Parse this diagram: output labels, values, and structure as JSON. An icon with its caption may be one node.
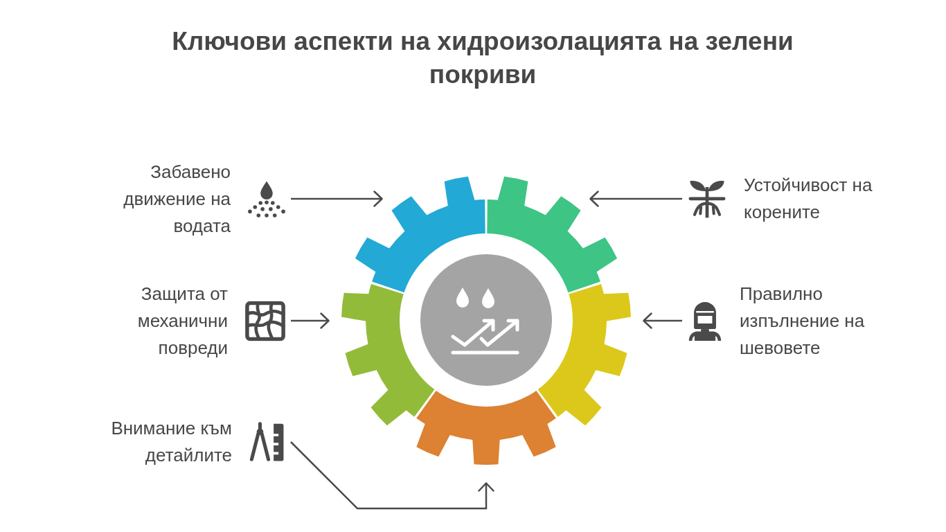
{
  "diagram": {
    "title": "Ключови аспекти на хидроизолацията на зелени покриви",
    "nodes": [
      {
        "text": [
          "Забавено движение на водата"
        ]
      },
      {
        "text": [
          "Устойчивост на корените"
        ]
      },
      {
        "text": [
          "Защита от механични повреди"
        ]
      },
      {
        "text": [
          "Правилно изпълнение на шевовете"
        ]
      },
      {
        "text": [
          "Внимание към детайлите"
        ]
      },
      {
        "text": [],
        "shape": "gear"
      },
      {
        "text": [],
        "shape": "gear"
      },
      {
        "text": [],
        "shape": "gear"
      },
      {
        "text": [],
        "shape": "gear"
      },
      {
        "text": [],
        "shape": "gear"
      }
    ],
    "edges": [
      {
        "from": 0,
        "to": 5,
        "arrow": "to"
      },
      {
        "from": 1,
        "to": 6,
        "arrow": "to"
      },
      {
        "from": 2,
        "to": 7,
        "arrow": "to"
      },
      {
        "from": 3,
        "to": 8,
        "arrow": "to"
      },
      {
        "from": 4,
        "to": 9,
        "arrow": "to"
      }
    ]
  }
}
